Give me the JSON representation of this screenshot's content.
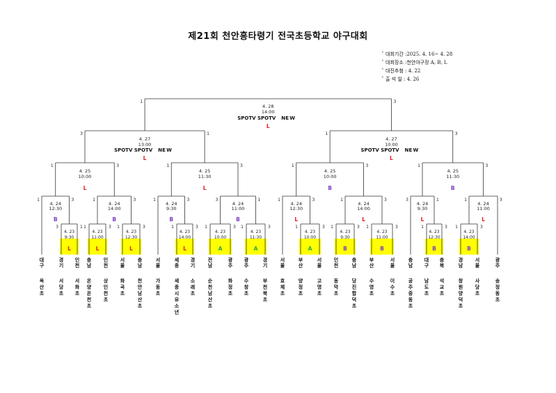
{
  "title": "제21회 천안흥타령기 전국초등학교 야구대회",
  "info": [
    "대회기간 :2025. 4. 16~ 4. 28",
    "대회장소 :천안야구장 A, B, L",
    "대진추첨 : 4. 22",
    "출 석 일 : 4. 26"
  ],
  "tv_logo": {
    "part1": "SPOTV",
    "part2": "SPOTV",
    "part3": "N",
    "part4": "E",
    "part5": "W"
  },
  "teams": [
    {
      "region": [
        "대",
        "구"
      ],
      "school": [
        "옥",
        "산",
        "초"
      ]
    },
    {
      "region": [
        "경",
        "기"
      ],
      "school": [
        "서",
        "당",
        "초"
      ]
    },
    {
      "region": [
        "인",
        "천"
      ],
      "school": [
        "서",
        "화",
        "초"
      ]
    },
    {
      "region": [
        "충",
        "남"
      ],
      "school": [
        "온",
        "양",
        "온",
        "천",
        "초"
      ]
    },
    {
      "region": [
        "인",
        "천"
      ],
      "school": [
        "상",
        "인",
        "천",
        "초"
      ]
    },
    {
      "region": [
        "서",
        "울"
      ],
      "school": [
        "화",
        "곡",
        "초"
      ]
    },
    {
      "region": [
        "충",
        "남"
      ],
      "school": [
        "천",
        "안",
        "남",
        "산",
        "초"
      ]
    },
    {
      "region": [
        "서",
        "울"
      ],
      "school": [
        "가",
        "동",
        "초"
      ]
    },
    {
      "region": [
        "세",
        "종"
      ],
      "school": [
        "세",
        "종",
        "시",
        "유",
        "소",
        "년"
      ]
    },
    {
      "region": [
        "경",
        "기"
      ],
      "school": [
        "소",
        "래",
        "초"
      ]
    },
    {
      "region": [
        "전",
        "남"
      ],
      "school": [
        "순",
        "천",
        "남",
        "산",
        "초"
      ]
    },
    {
      "region": [
        "광",
        "주"
      ],
      "school": [
        "화",
        "정",
        "초"
      ]
    },
    {
      "region": [
        "광",
        "주"
      ],
      "school": [
        "수",
        "창",
        "초"
      ]
    },
    {
      "region": [
        "경",
        "기"
      ],
      "school": [
        "부",
        "천",
        "북",
        "초"
      ]
    },
    {
      "region": [
        "서",
        "울"
      ],
      "school": [
        "효",
        "제",
        "초"
      ]
    },
    {
      "region": [
        "부",
        "산"
      ],
      "school": [
        "양",
        "정",
        "초"
      ]
    },
    {
      "region": [
        "서",
        "울"
      ],
      "school": [
        "고",
        "명",
        "초"
      ]
    },
    {
      "region": [
        "인",
        "천"
      ],
      "school": [
        "동",
        "막",
        "초"
      ]
    },
    {
      "region": [
        "충",
        "남"
      ],
      "school": [
        "당",
        "진",
        "합",
        "덕",
        "초"
      ]
    },
    {
      "region": [
        "부",
        "산"
      ],
      "school": [
        "수",
        "영",
        "초"
      ]
    },
    {
      "region": [
        "서",
        "울"
      ],
      "school": [
        "이",
        "수",
        "초"
      ]
    },
    {
      "region": [
        "충",
        "남"
      ],
      "school": [
        "공",
        "주",
        "중",
        "동",
        "초"
      ]
    },
    {
      "region": [
        "대",
        "구"
      ],
      "school": [
        "남",
        "도",
        "초"
      ]
    },
    {
      "region": [
        "충",
        "북"
      ],
      "school": [
        "석",
        "교",
        "초"
      ]
    },
    {
      "region": [
        "경",
        "남"
      ],
      "school": [
        "창",
        "원",
        "양",
        "덕",
        "초"
      ]
    },
    {
      "region": [
        "서",
        "울"
      ],
      "school": [
        "사",
        "당",
        "초"
      ]
    },
    {
      "region": [
        "광",
        "주"
      ],
      "school": [
        "송",
        "정",
        "동",
        "초"
      ]
    }
  ],
  "r1": [
    {
      "date": "4. 23",
      "time": "9:30",
      "venue": "L",
      "l": "1",
      "r": "3",
      "lt": "3",
      "rt": "1"
    },
    {
      "date": "4. 23",
      "time": "11:00",
      "venue": "L",
      "l": "1",
      "r": "3",
      "lt": "1",
      "rt": "3"
    },
    {
      "date": "4. 23",
      "time": "12:30",
      "venue": "L",
      "l": "1",
      "r": "3",
      "lt": "1",
      "rt": "3"
    },
    {
      "date": "4. 23",
      "time": "14:00",
      "venue": "L",
      "l": "1",
      "r": "3",
      "lt": "1",
      "rt": "3"
    },
    {
      "date": "4. 23",
      "time": "10:00",
      "venue": "A",
      "l": "1",
      "r": "3",
      "lt": "1",
      "rt": "3"
    },
    {
      "date": "4. 23",
      "time": "11:30",
      "venue": "A",
      "l": "1",
      "r": "3",
      "lt": "1",
      "rt": "3"
    },
    {
      "date": "4. 23",
      "time": "10:00",
      "venue": "A",
      "l": "1",
      "r": "3",
      "lt": "1",
      "rt": "3"
    },
    {
      "date": "4. 23",
      "time": "9:30",
      "venue": "B",
      "l": "3",
      "r": "1",
      "lt": "1",
      "rt": "3"
    },
    {
      "date": "4. 23",
      "time": "11:00",
      "venue": "B",
      "l": "3",
      "r": "1",
      "lt": "1",
      "rt": "3"
    },
    {
      "date": "4. 23",
      "time": "12:30",
      "venue": "B",
      "l": "1",
      "r": "3",
      "lt": "1",
      "rt": "3"
    },
    {
      "date": "4. 23",
      "time": "14:00",
      "venue": "B",
      "l": "1",
      "r": "3",
      "lt": "1",
      "rt": "3"
    }
  ],
  "r2": [
    {
      "date": "4. 24",
      "time": "12:30",
      "venue": "B",
      "l": "1",
      "r": "3"
    },
    {
      "date": "4. 24",
      "time": "14:00",
      "venue": "B",
      "l": "1",
      "r": "3"
    },
    {
      "date": "4. 24",
      "time": "9:30",
      "venue": "B",
      "l": "1",
      "r": "3"
    },
    {
      "date": "4. 24",
      "time": "11:00",
      "venue": "B",
      "l": "3",
      "r": "1"
    },
    {
      "date": "4. 24",
      "time": "12:30",
      "venue": "L",
      "l": "1",
      "r": "3"
    },
    {
      "date": "4. 24",
      "time": "14:00",
      "venue": "L",
      "l": "1",
      "r": "3"
    },
    {
      "date": "4. 24",
      "time": "9:30",
      "venue": "L",
      "l": "3",
      "r": "1"
    },
    {
      "date": "4. 24",
      "time": "11:00",
      "venue": "L",
      "l": "1",
      "r": "3"
    }
  ],
  "qf": [
    {
      "date": "4. 25",
      "time": "10:00",
      "venue": "L",
      "l": "1",
      "r": "3"
    },
    {
      "date": "4. 25",
      "time": "11:30",
      "venue": "L",
      "l": "1",
      "r": "3"
    },
    {
      "date": "4. 25",
      "time": "10:00",
      "venue": "B",
      "l": "1",
      "r": "3"
    },
    {
      "date": "4. 25",
      "time": "11:30",
      "venue": "B",
      "l": "1",
      "r": "3"
    }
  ],
  "sf": [
    {
      "date": "4. 27",
      "time": "13:00",
      "venue": "L",
      "l": "3",
      "r": "1"
    },
    {
      "date": "4. 27",
      "time": "10:00",
      "venue": "L",
      "l": "1",
      "r": "3"
    }
  ],
  "final": {
    "date": "4. 28",
    "time": "14:00",
    "venue": "L",
    "l": "1",
    "r": "3"
  },
  "colors": {
    "yellow": "#ffff00",
    "red": "#e02020",
    "purple": "#7b3fbf",
    "green": "#2aa84a",
    "line": "#333333"
  }
}
